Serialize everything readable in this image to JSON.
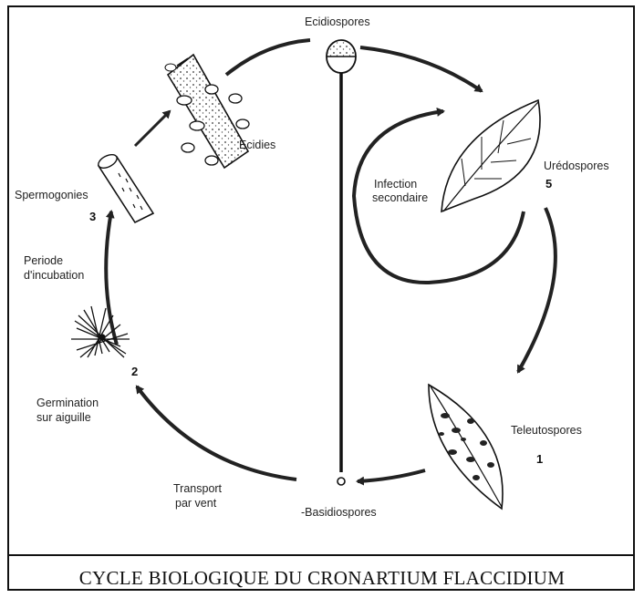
{
  "diagram": {
    "labels": {
      "ecidiospores": "Ecidiospores",
      "ecidies": "Ecidies",
      "infection_line1": "Infection",
      "infection_line2": "secondaire",
      "uredospores": "Urédospores",
      "num_5": "5",
      "teleutospores": "Teleutospores",
      "num_1": "1",
      "basidiospores": "-Basidiospores",
      "transport_line1": "Transport",
      "transport_line2": "par vent",
      "germination_line1": "Germination",
      "germination_line2": "sur aiguille",
      "num_2": "2",
      "periode_line1": "Periode",
      "periode_line2": "d'incubation",
      "spermogonies": "Spermogonies",
      "num_3": "3"
    },
    "caption": "CYCLE BIOLOGIQUE DU CRONARTIUM FLACCIDIUM"
  }
}
